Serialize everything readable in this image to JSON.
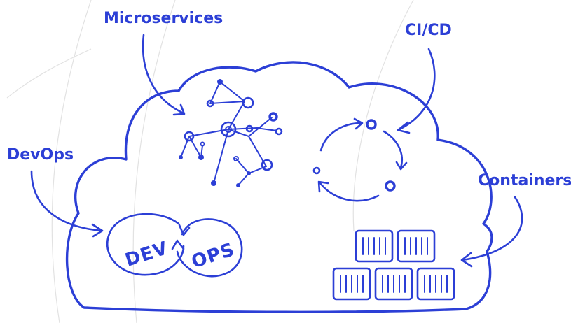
{
  "labels": {
    "microservices": "Microservices",
    "cicd": "CI/CD",
    "devops": "DevOps",
    "containers": "Containers",
    "dev": "DEV",
    "ops": "OPS"
  },
  "colors": {
    "ink": "#2c3fd6",
    "background": "#ffffff"
  }
}
